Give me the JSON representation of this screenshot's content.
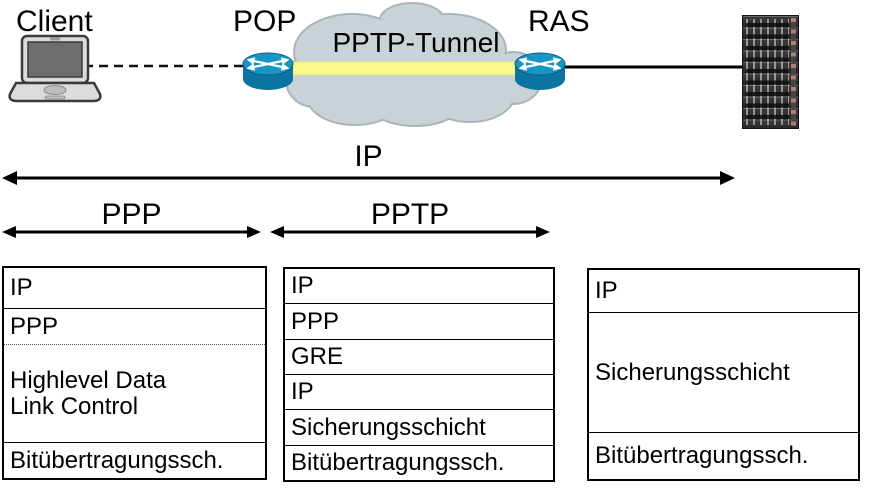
{
  "nodes": {
    "client": "Client",
    "pop": "POP",
    "ras": "RAS",
    "tunnel": "PPTP-Tunnel"
  },
  "protocol_spans": {
    "ip": "IP",
    "ppp": "PPP",
    "pptp": "PPTP"
  },
  "stacks": {
    "client": {
      "rows": [
        "IP",
        "PPP",
        "Highlevel Data\nLink Control",
        "Bitübertragungssch."
      ]
    },
    "tunnel": {
      "rows": [
        "IP",
        "PPP",
        "GRE",
        "IP",
        "Sicherungsschicht",
        "Bitübertragungssch."
      ]
    },
    "server": {
      "rows": [
        "IP",
        "Sicherungsschicht",
        "Bitübertragungssch."
      ]
    }
  },
  "colors": {
    "cloud": "#C9D2D6",
    "cloud_outline": "#A9B5B9",
    "tunnel_bar": "#FAFA8C",
    "router_top": "#1796C4",
    "router_body": "#0C74A1",
    "laptop_body": "#DCDCDC",
    "laptop_screen": "#6E6E6E",
    "line": "#000000"
  }
}
